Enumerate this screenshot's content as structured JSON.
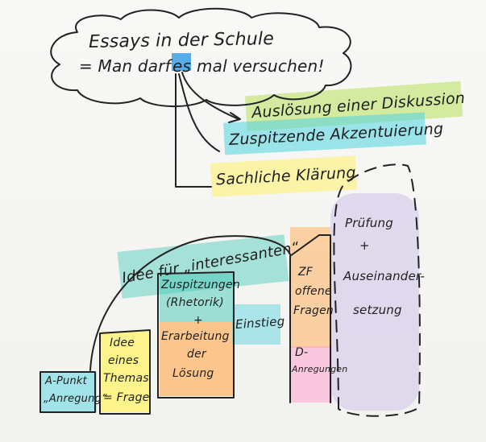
{
  "cloud": {
    "line1": "Essays in der Schule",
    "line2_pre": "= Man darf",
    "line2_es": "es",
    "line2_post": "mal versuchen!"
  },
  "branches": [
    "Auslösung einer Diskussion",
    "Zuspitzende Akzentuierung",
    "Sachliche Klärung"
  ],
  "arch_label": "Idee für „interessanten“",
  "blocks": {
    "a_punkt": [
      "A-Punkt",
      "„Anregung“"
    ],
    "idee_themas": [
      "Idee",
      "eines",
      "Themas",
      "= Frage"
    ],
    "zuspitzungen": [
      "Zuspitzungen",
      "(Rhetorik)",
      "+",
      "Erarbeitung",
      "der",
      "Lösung"
    ],
    "einstieg": "Einstieg",
    "zf": [
      "ZF",
      "offene",
      "Fragen",
      "D-",
      "Anregungen"
    ],
    "pruefung": [
      "Prüfung",
      "+",
      "Auseinander-",
      "setzung"
    ]
  },
  "colors": {
    "blue": "#3aa0e6",
    "green": "#b8e05a",
    "cyan": "#4fd3e0",
    "yellow": "#fff36a",
    "teal": "#45c9b8",
    "orange": "#ffb060",
    "pink": "#ff9bcc",
    "purple": "#d6a6e6",
    "lilac": "#cfc2ea",
    "ink": "#222222"
  }
}
